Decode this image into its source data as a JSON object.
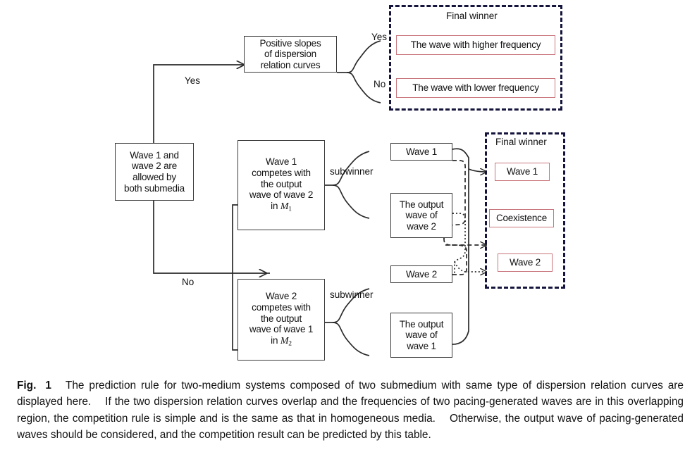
{
  "figure": {
    "decision_box": {
      "lines": [
        "Wave 1 and",
        "wave 2 are",
        "allowed by",
        "both submedia"
      ]
    },
    "branch_labels": {
      "yes": "Yes",
      "no": "No"
    },
    "top_branch": {
      "box": {
        "lines": [
          "Positive slopes",
          "of dispersion",
          "relation curves"
        ]
      },
      "split_labels": {
        "yes": "Yes",
        "no": "No"
      },
      "panel_title": "Final winner",
      "results": [
        "The wave with higher frequency",
        "The wave with lower frequency"
      ]
    },
    "bottom_branch": {
      "competition_boxes": [
        {
          "lines": [
            "Wave 1",
            "competes with",
            "the output",
            "wave of wave 2"
          ],
          "medium_prefix": "in",
          "medium": "M",
          "medium_sub": "1"
        },
        {
          "lines": [
            "Wave 2",
            "competes with",
            "the output",
            "wave of wave 1"
          ],
          "medium_prefix": "in",
          "medium": "M",
          "medium_sub": "2"
        }
      ],
      "subwinner_label": "subwinner",
      "subwinner_outcomes": [
        {
          "lines": [
            "Wave 1"
          ]
        },
        {
          "lines": [
            "The output",
            "wave of",
            "wave 2"
          ]
        },
        {
          "lines": [
            "Wave 2"
          ]
        },
        {
          "lines": [
            "The output",
            "wave of",
            "wave 1"
          ]
        }
      ],
      "panel_title": "Final winner",
      "results": [
        "Wave 1",
        "Coexistence",
        "Wave 2"
      ]
    }
  },
  "caption": {
    "fig_label": "Fig.",
    "fig_number": "1",
    "sentence1": "The prediction rule for two-medium systems composed of two submedium with same type of dispersion relation curves are displayed here.",
    "sentence2": "If the two dispersion relation curves overlap and the frequencies of two pacing-generated waves are in this overlapping region, the competition rule is simple and is the same as that in homogeneous media.",
    "sentence3": "Otherwise, the output wave of pacing-generated waves should be considered, and the competition result can be predicted by this table."
  },
  "colors": {
    "result_border": "#c9767d",
    "panel_border": "#14143c",
    "box_border": "#3a3a3a",
    "text": "#111111"
  }
}
